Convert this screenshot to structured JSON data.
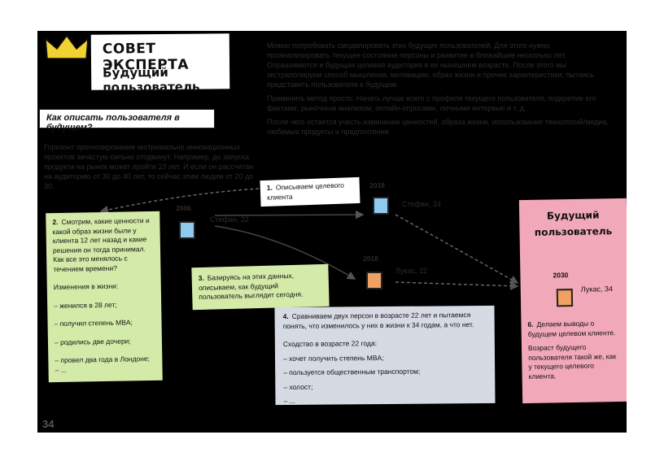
{
  "header": {
    "title": "СОВЕТ ЭКСПЕРТА",
    "subtitle": "Будущий пользователь"
  },
  "intro": {
    "p1": "Можно попробовать смоделировать этих будущих пользователей. Для этого нужно проанализировать текущее состояние персоны и развитие в ближайшие несколько лет. Опрашивается и будущая целевая аудитория в их нынешнем возрасте. После этого мы экстраполируем способ мышления, мотивацию, образ жизни и прочие характеристики, пытаясь представить пользователя в будущем.",
    "p2": "Применить метод просто. Начать лучше всего с профиля текущего пользователя, подкрепив его фактами, рыночным анализом, онлайн-опросами, личными интервью и т. д.",
    "p3": "После чего остается учесть изменение ценностей, образа жизни, использование технологий/медиа, любимые продукты и предпочтения."
  },
  "question": "Как описать пользователя в будущем?",
  "horizon_text": "Горизонт прогнозирования экстремально инновационных проектов зачастую сильно отодвинут. Например, до запуска продукта на рынок может пройти 10 лет. И если он рассчитан на аудиторию от 30 до 40 лет, то сейчас этим людям от 20 до 30.",
  "step1": {
    "num": "1.",
    "text": "Описываем целевого клиента"
  },
  "step2": {
    "num": "2.",
    "text": "Смотрим, какие ценности и какой образ жизни были у клиента 12 лет назад и какие решения он тогда принимал. Как все это менялось с течением времени?",
    "changes_title": "Изменения в жизни:",
    "changes": [
      "– женился в 28 лет;",
      "– получил степень MBA;",
      "– родились две дочери;",
      "– провел два года в Лондоне;",
      "– ..."
    ]
  },
  "step3": {
    "num": "3.",
    "text": "Базируясь на этих данных, описываем, как будущий пользователь выглядит сегодня."
  },
  "step4": {
    "num": "4.",
    "text": "Сравниваем двух персон в возрасте 22 лет и пытаемся понять, что изменилось у них в жизни к 34 годам, а что нет.",
    "similar_title": "Сходство в возрасте 22 года:",
    "similar": [
      "– хочет получить степень MBA;",
      "– пользуется общественным транспортом;",
      "– холост;",
      "– ..."
    ]
  },
  "future": {
    "title": "Будущий пользователь",
    "year": "2030",
    "name": "Лукас, 34",
    "num": "6.",
    "text": "Делаем выводы о будущем целевом клиенте.",
    "text2": "Возраст будущего пользователя такой же, как у текущего целевого клиента."
  },
  "personas": {
    "stefan_2006": {
      "year": "2006",
      "name": "Стефан, 22"
    },
    "stefan_2018": {
      "year": "2018",
      "name": "Стефан, 34"
    },
    "lukas_2018": {
      "year": "2018",
      "name": "Лукас, 22"
    }
  },
  "page_number": "34",
  "colors": {
    "background": "#000000",
    "crown": "#f2d230",
    "green_note": "#d4eaa8",
    "blue_note": "#d6dae3",
    "pink_note": "#f1a8b8",
    "avatar_stefan": "#8ec9f0",
    "avatar_lukas": "#f0a060"
  },
  "icons": [
    "crown-icon",
    "person-icon"
  ]
}
